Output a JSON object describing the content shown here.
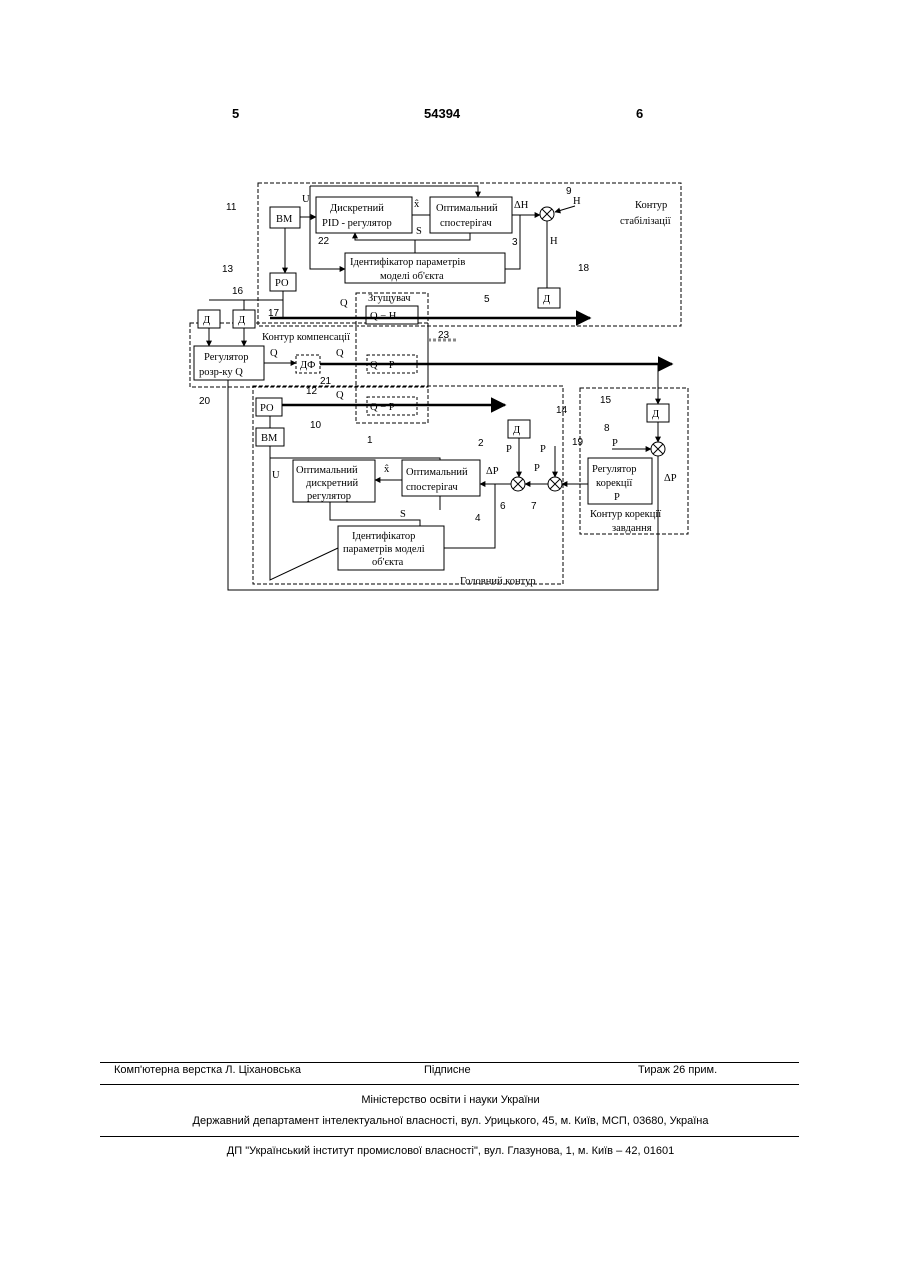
{
  "header": {
    "page_left": "5",
    "patent_number": "54394",
    "page_right": "6"
  },
  "diagram": {
    "contour_stab": [
      "Контур",
      "стабілізації"
    ],
    "contour_comp": "Контур компенсації",
    "contour_corr": [
      "Контур корекції",
      "завдання"
    ],
    "contour_main": "Головний контур",
    "blk_pid": [
      "Дискретний",
      "PID - регулятор"
    ],
    "blk_obs1": [
      "Оптимальний",
      "спостерігач"
    ],
    "blk_ident1": [
      "Ідентифікатор параметрів",
      "моделі об'єкта"
    ],
    "blk_bm": "ВМ",
    "blk_po": "РО",
    "blk_d": "Д",
    "blk_thick": "Згущувач",
    "blk_reg_rozr": [
      "Регулятор",
      "розр-ку Q"
    ],
    "blk_dph": "ДФ",
    "blk_opt_reg": [
      "Оптимальний",
      "дискретний",
      "регулятор"
    ],
    "blk_obs2": [
      "Оптимальний",
      "спостерігач"
    ],
    "blk_ident2": [
      "Ідентифікатор",
      "параметрів моделі",
      "об'єкта"
    ],
    "blk_reg_corr": [
      "Регулятор",
      "корекції"
    ],
    "numbers": [
      "11",
      "13",
      "16",
      "17",
      "22",
      "3",
      "9",
      "18",
      "5",
      "23",
      "20",
      "21",
      "12",
      "10",
      "1",
      "2",
      "14",
      "15",
      "8",
      "19",
      "6",
      "7",
      "4"
    ],
    "signals": {
      "u": "U",
      "xhat": "x̂",
      "s": "S",
      "dH": "ΔH",
      "H": "H",
      "Hz": "H",
      "Q": "Q",
      "P": "P",
      "dP": "ΔP",
      "Pp": "P",
      "Qk": "Q",
      "Qf": "Q",
      "Qn": "Q",
      "Qpq": "Q − H",
      "Qf_P": "Q − P",
      "Pmax": "P",
      "Pz": "P",
      "dPzn": "ΔP"
    }
  },
  "footer": {
    "layout": "Комп'ютерна верстка Л. Ціхановська",
    "signed": "Підписне",
    "circulation": "Тираж 26 прим.",
    "ministry": "Міністерство освіти і науки України",
    "department": "Державний департамент інтелектуальної власності, вул. Урицького, 45, м. Київ, МСП, 03680, Україна",
    "institute": "ДП \"Український інститут промислової власності\", вул. Глазунова, 1, м. Київ – 42, 01601"
  }
}
